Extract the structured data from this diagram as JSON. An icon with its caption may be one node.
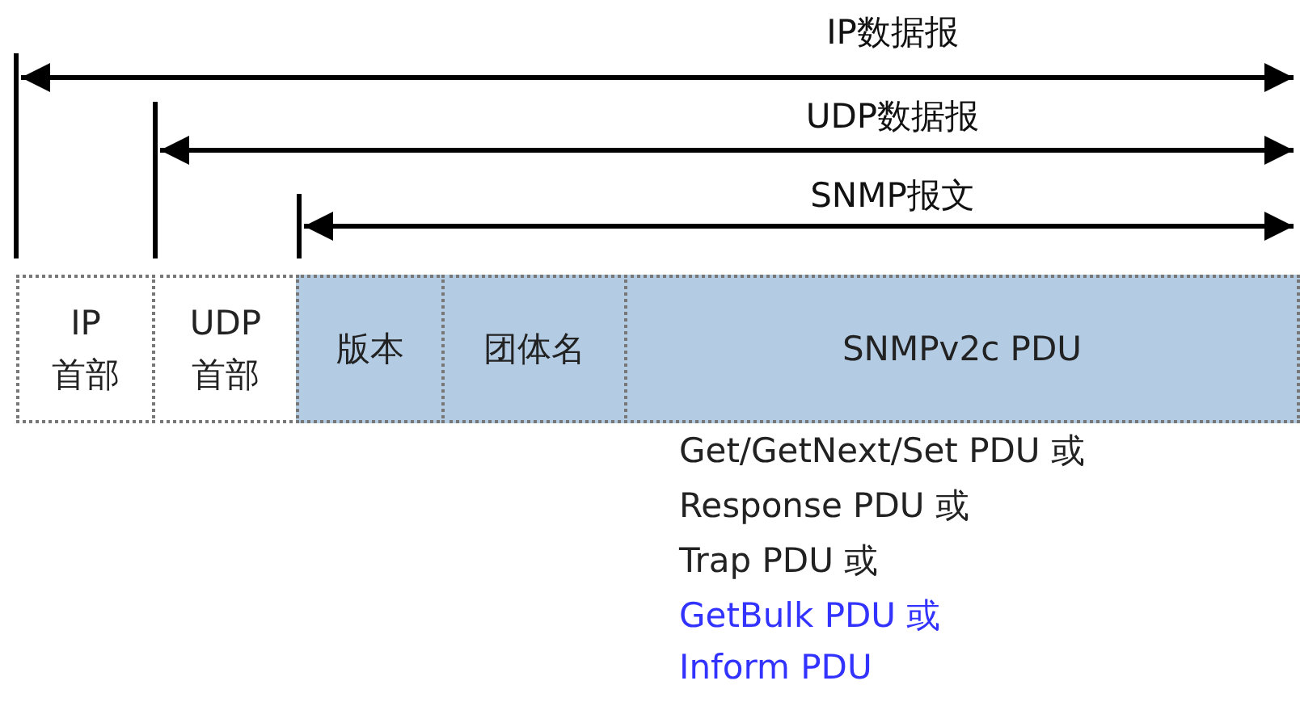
{
  "diagram": {
    "nodes": [
      {
        "text": [
          "IP 首部"
        ]
      },
      {
        "text": [
          "UDP 首部"
        ]
      },
      {
        "text": [
          "版本"
        ]
      },
      {
        "text": [
          "团体名"
        ]
      },
      {
        "text": [
          "SNMPv2c PDU"
        ]
      }
    ],
    "edges": [],
    "labels": [
      "IP数据报",
      "UDP数据报",
      "SNMP报文",
      "Get/GetNext/Set PDU 或",
      "Response PDU 或",
      "Trap PDU 或",
      "GetBulk PDU 或",
      "Inform PDU"
    ]
  }
}
